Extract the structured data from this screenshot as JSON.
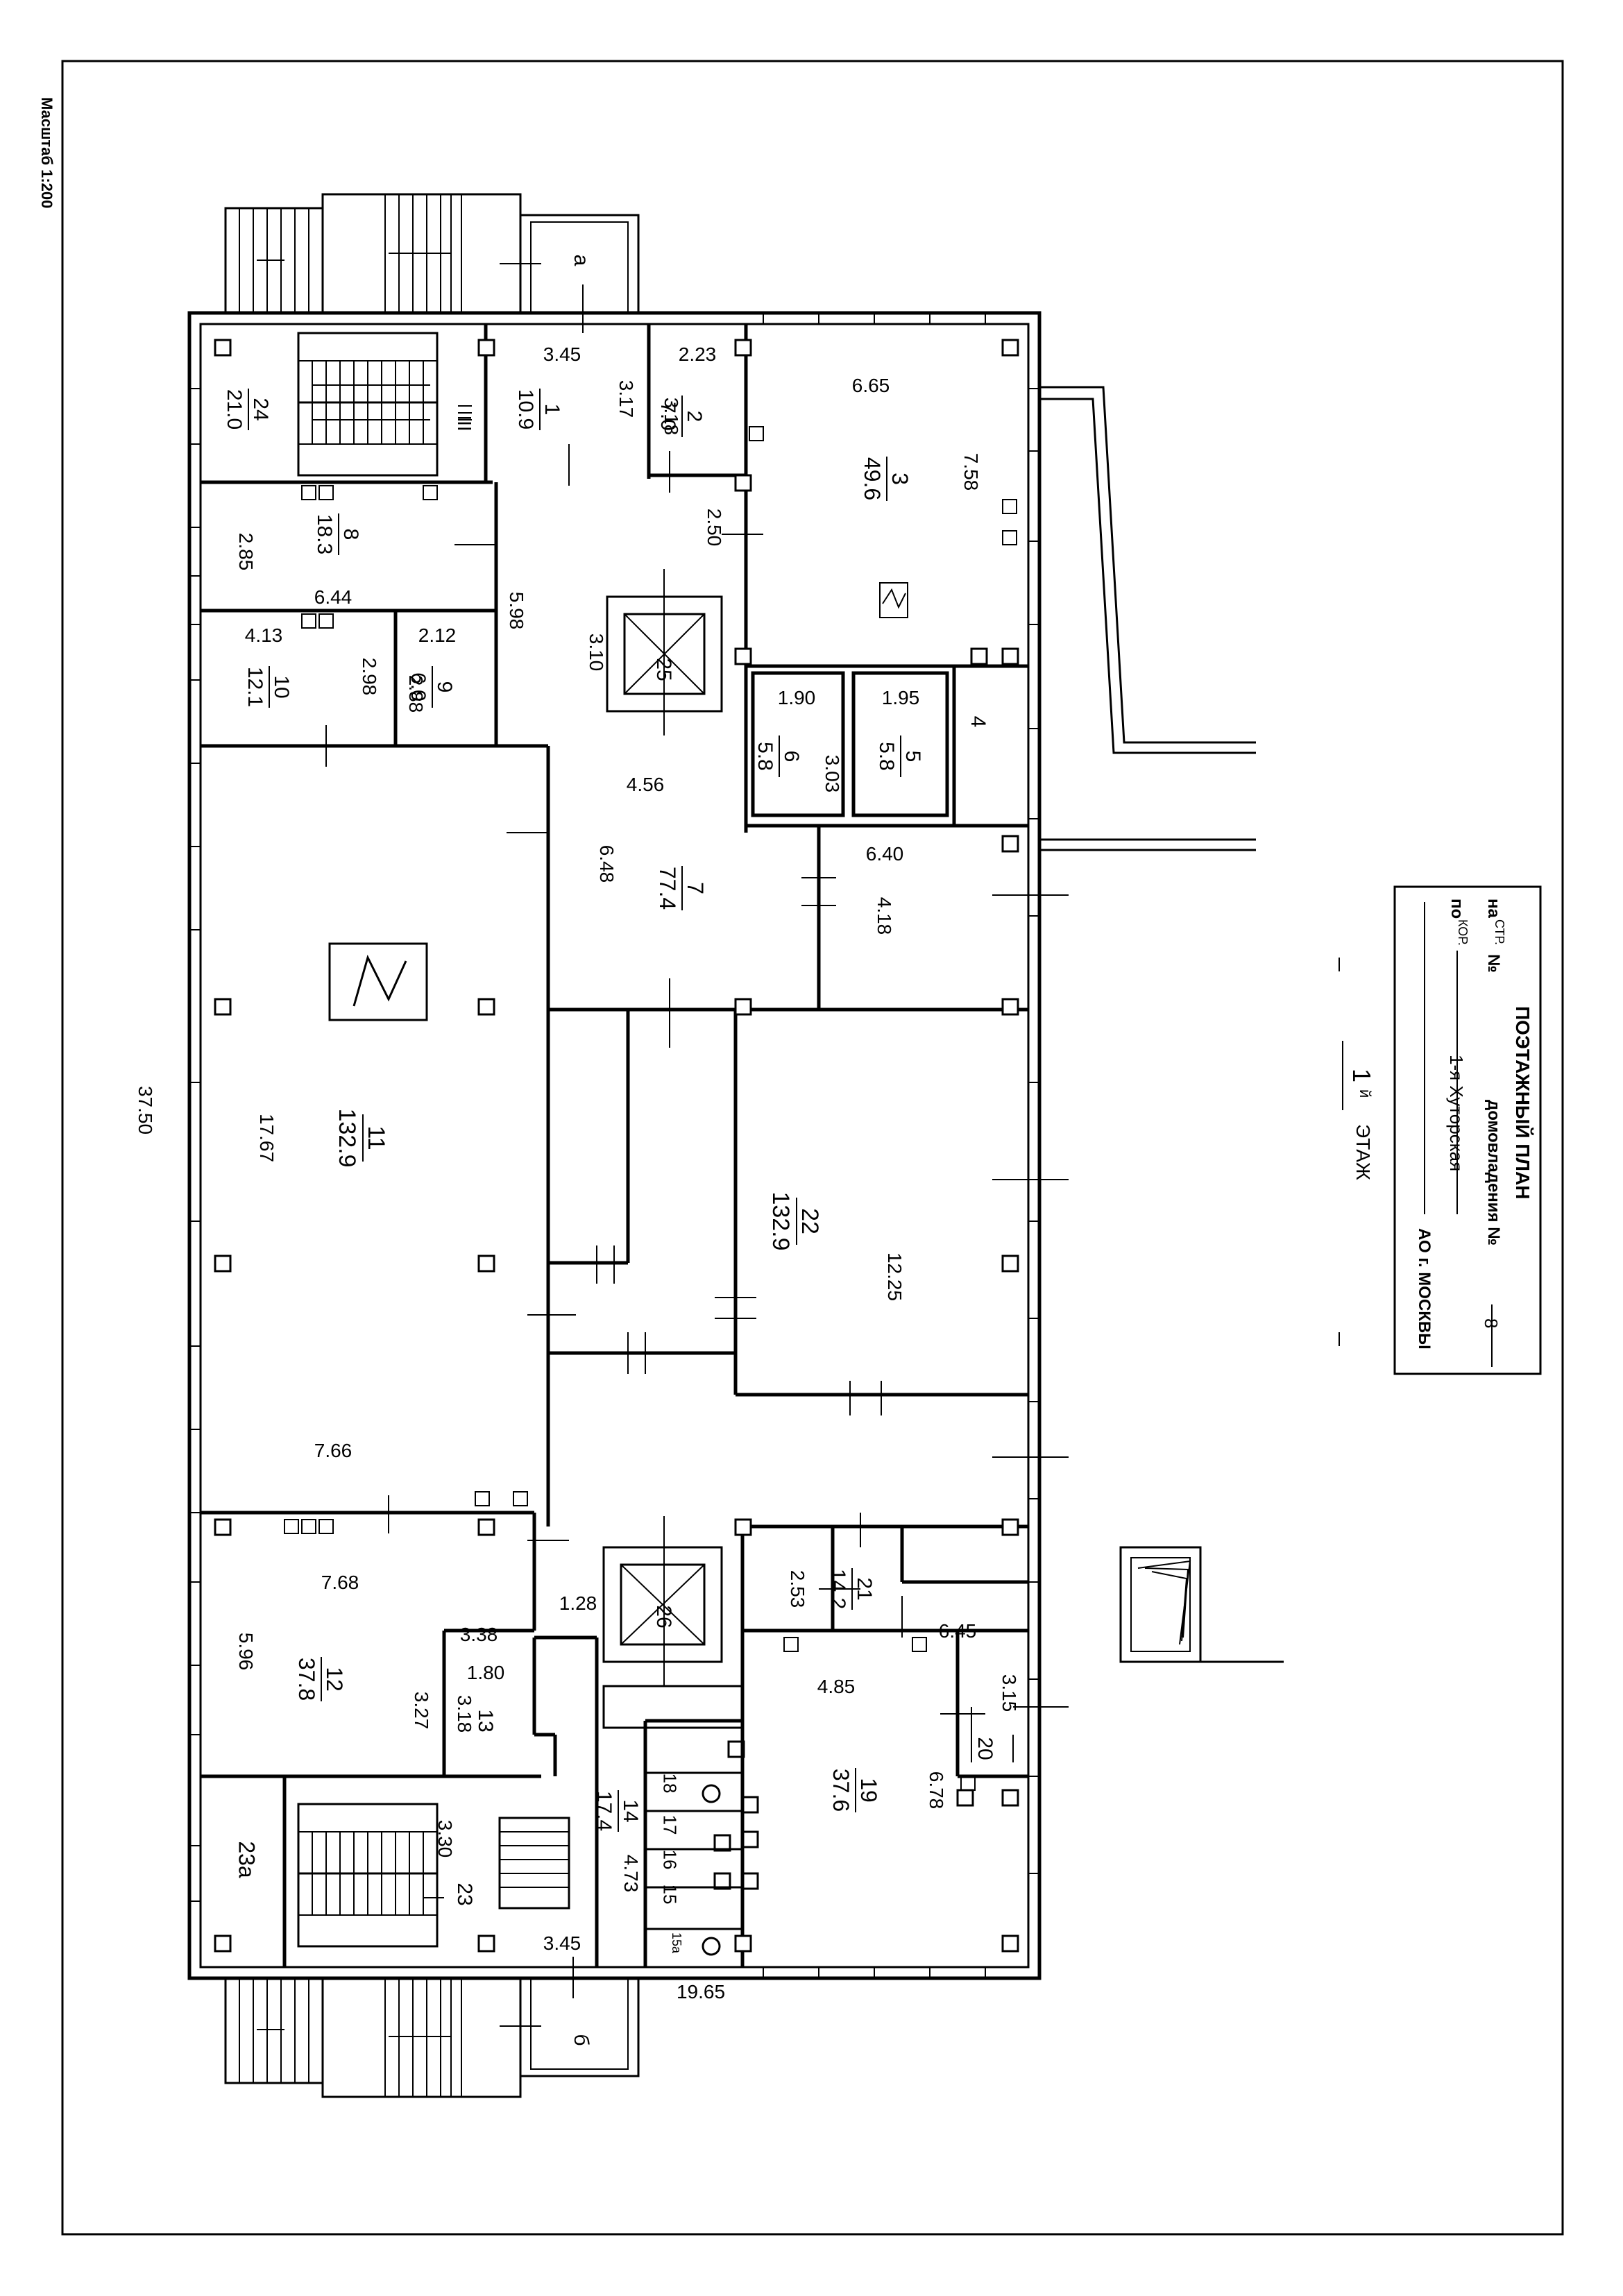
{
  "scale": "Масштаб 1:200",
  "title_block": {
    "title": "ПОЭТАЖНЫЙ ПЛАН",
    "line1_prefix": "на",
    "line1_small": "СТР.",
    "line1_no": "№",
    "line1_text": "домовладения №",
    "line1_value": "8",
    "line2_prefix": "по",
    "line2_small": "КОР.",
    "street": "1-я Хуторская",
    "city": "АО г. МОСКВЫ"
  },
  "floor": {
    "number": "1",
    "suffix": "й",
    "label": "ЭТАЖ"
  },
  "dims": {
    "total_length": "37.50",
    "total_width": "19.65",
    "d_345_top": "3.45",
    "d_317": "3.17",
    "d_223": "2.23",
    "d_318_top": "3.18",
    "d_665": "6.65",
    "d_758": "7.58",
    "d_250": "2.50",
    "d_285": "2.85",
    "d_644": "6.44",
    "d_598": "5.98",
    "d_413": "4.13",
    "d_212": "2.12",
    "d_298": "2.98",
    "d_288": "2.88",
    "d_310": "3.10",
    "d_190": "1.90",
    "d_195": "1.95",
    "d_303": "3.03",
    "d_456": "4.56",
    "d_648": "6.48",
    "d_640": "6.40",
    "d_418": "4.18",
    "d_1767": "17.67",
    "d_1225": "12.25",
    "d_766": "7.66",
    "d_768": "7.68",
    "d_596": "5.96",
    "d_338": "3.38",
    "d_128": "1.28",
    "d_180": "1.80",
    "d_327": "3.27",
    "d_318_mid": "3.18",
    "d_253": "2.53",
    "d_645": "6.45",
    "d_485": "4.85",
    "d_315": "3.15",
    "d_678": "6.78",
    "d_330": "3.30",
    "d_473": "4.73",
    "d_345_bot": "3.45"
  },
  "rooms": [
    {
      "num": "1",
      "area": "10.9"
    },
    {
      "num": "2",
      "area": "7.0"
    },
    {
      "num": "3",
      "area": "49.6"
    },
    {
      "num": "4"
    },
    {
      "num": "5",
      "area": "5.8"
    },
    {
      "num": "6",
      "area": "5.8"
    },
    {
      "num": "7",
      "area": "77.4"
    },
    {
      "num": "8",
      "area": "18.3"
    },
    {
      "num": "9",
      "area": "6.0"
    },
    {
      "num": "10",
      "area": "12.1"
    },
    {
      "num": "11",
      "area": "132.9"
    },
    {
      "num": "12",
      "area": "37.8"
    },
    {
      "num": "13"
    },
    {
      "num": "14",
      "area": "17.4"
    },
    {
      "num": "15"
    },
    {
      "num": "15a"
    },
    {
      "num": "16"
    },
    {
      "num": "17"
    },
    {
      "num": "18"
    },
    {
      "num": "19",
      "area": "37.6"
    },
    {
      "num": "20"
    },
    {
      "num": "21",
      "area": "14.2"
    },
    {
      "num": "22",
      "area": "132.9"
    },
    {
      "num": "23"
    },
    {
      "num": "23a"
    },
    {
      "num": "24",
      "area": "21.0"
    },
    {
      "num": "25"
    },
    {
      "num": "26"
    }
  ],
  "labels": {
    "porch_a": "а",
    "porch_b": "б",
    "stair_mark": "III"
  }
}
